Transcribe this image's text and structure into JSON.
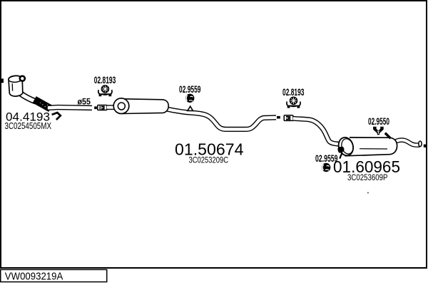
{
  "doc": {
    "code": "VW0093219A"
  },
  "annotations": {
    "pipe_diameter": "ø55"
  },
  "parts": [
    {
      "number": "04.4193",
      "oe_ref": "3C0254505MX",
      "role": "front-pipe-with-catalyst"
    },
    {
      "number": "01.50674",
      "oe_ref": "3C0253209C",
      "role": "centre-silencer"
    },
    {
      "number": "01.60965",
      "oe_ref": "3C0253609P",
      "role": "rear-silencer"
    }
  ],
  "accessories": [
    {
      "number": "02.8193",
      "type": "clamp",
      "position": "front"
    },
    {
      "number": "02.9559",
      "type": "rubber-ring",
      "position": "centre"
    },
    {
      "number": "02.8193",
      "type": "clamp",
      "position": "rear"
    },
    {
      "number": "02.9559",
      "type": "rubber-ring",
      "position": "rear"
    },
    {
      "number": "02.9550",
      "type": "rubber-hanger",
      "position": "tail"
    }
  ],
  "colors": {
    "ink": "#000000",
    "background": "#ffffff"
  }
}
